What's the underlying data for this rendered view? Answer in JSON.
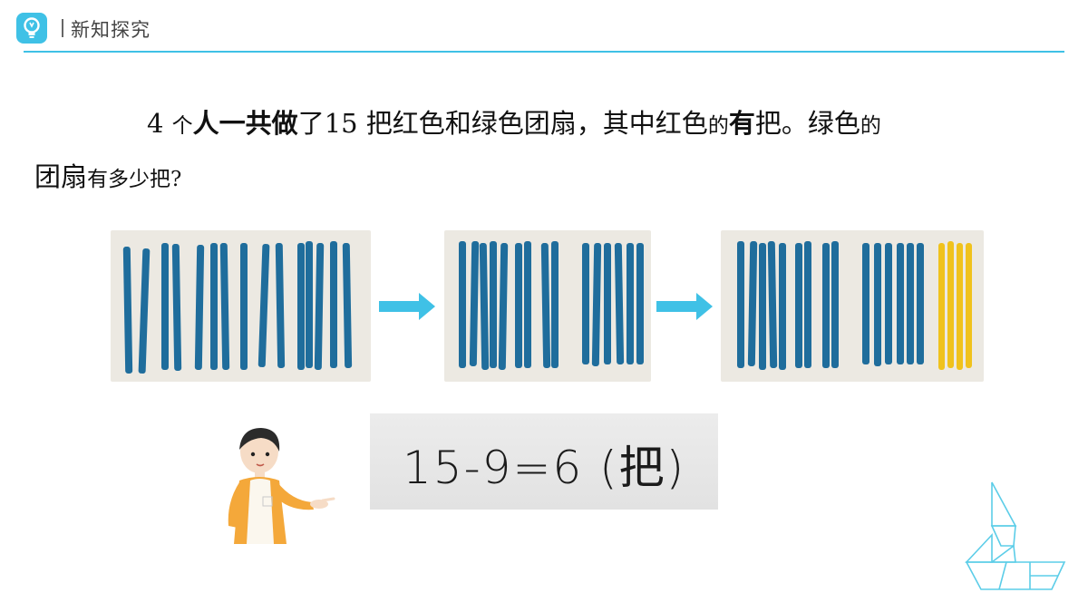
{
  "header": {
    "icon": "lightbulb-icon",
    "title": "新知探究",
    "accent_color": "#3fc1e6"
  },
  "problem": {
    "indent_number": "4",
    "part1": "个",
    "part2": "人一共做",
    "part3": "了15 把红色和绿色团扇，其中红色",
    "part4": "的",
    "part5": "有",
    "part6": "把。绿色",
    "part7": "的",
    "line2a": "团扇",
    "line2b": "有多少把?"
  },
  "figures": [
    {
      "description_icon": "sticks-photo",
      "blue_sticks": 15,
      "yellow_sticks": 0
    },
    {
      "description_icon": "sticks-photo",
      "blue_sticks": 15,
      "yellow_sticks": 0
    },
    {
      "description_icon": "sticks-photo",
      "blue_sticks": 15,
      "yellow_sticks": 4
    }
  ],
  "calculation": "15-9=6 (把)",
  "character": "boy-pointing",
  "decoration": "tangram-boat"
}
